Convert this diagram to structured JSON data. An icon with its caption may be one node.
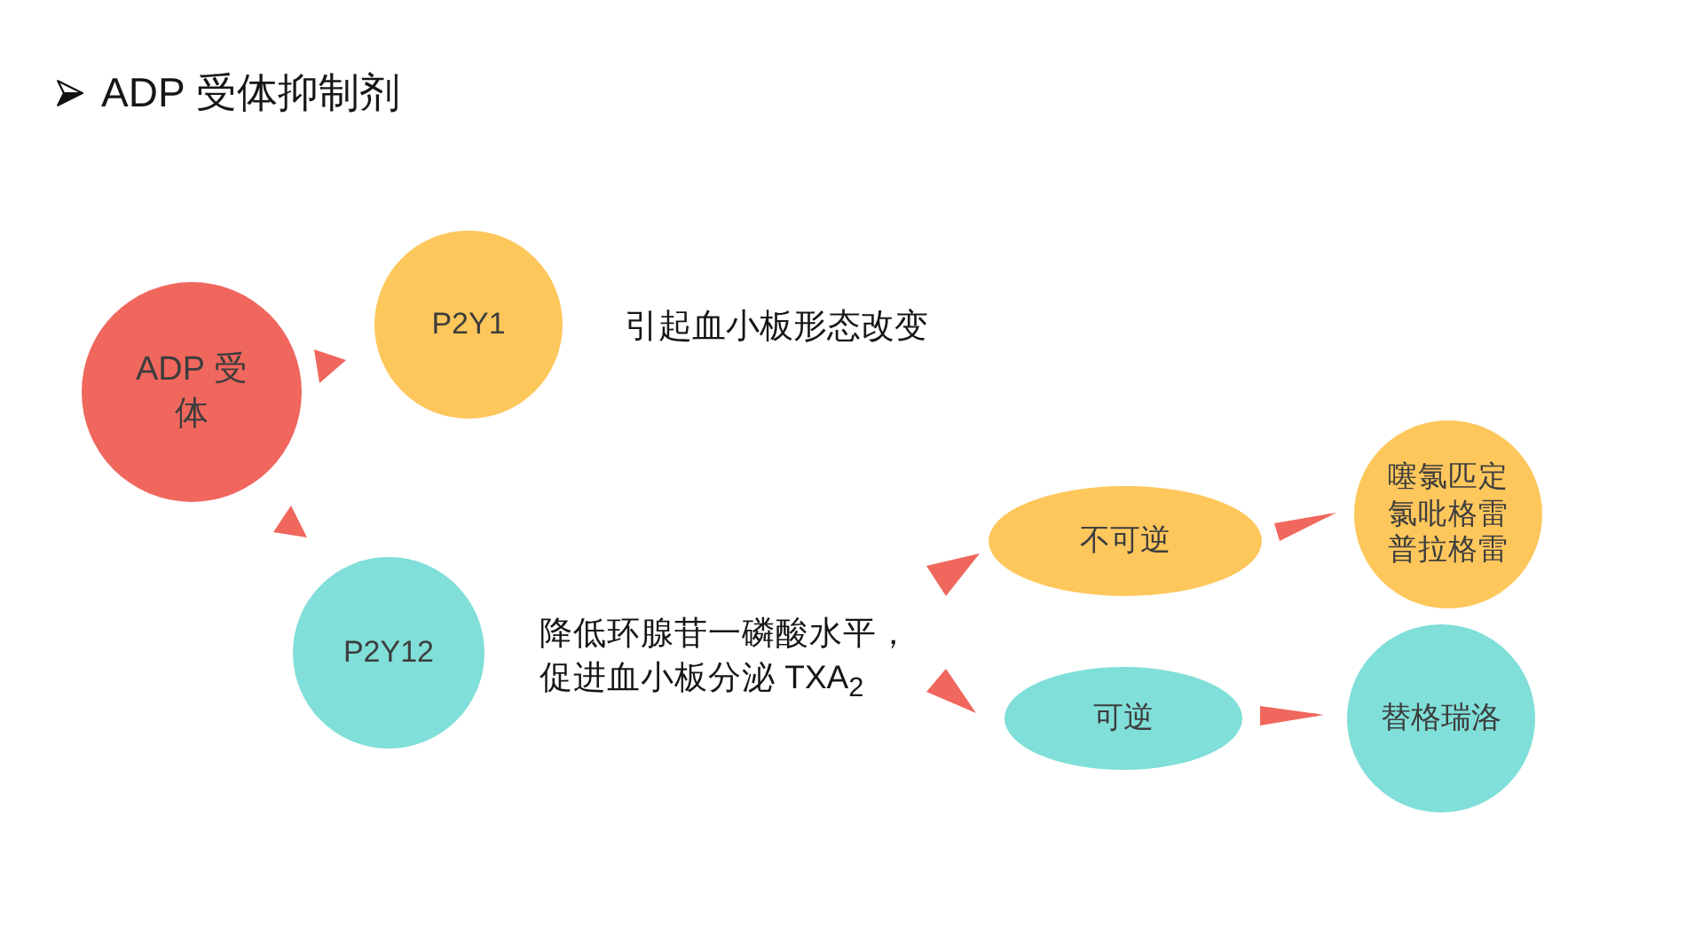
{
  "diagram": {
    "title": "ADP 受体抑制剂",
    "nodes": [
      {
        "text": [
          "ADP 受体"
        ]
      },
      {
        "text": [
          "P2Y1"
        ],
        "beside": [
          "引起血小板形态改变"
        ]
      },
      {
        "text": [
          "P2Y12"
        ]
      },
      {
        "text": [
          "降低环腺苷一磷酸水平，促进血小板分泌 TXA$_{2}$"
        ]
      },
      {
        "text": [
          "不可逆"
        ]
      },
      {
        "text": [
          "噻氯匹定",
          "氯吡格雷",
          "普拉格雷"
        ]
      },
      {
        "text": [
          "可逆"
        ]
      },
      {
        "text": [
          "替格瑞洛"
        ]
      }
    ],
    "edges": [
      {
        "from": 0,
        "to": 1,
        "arrow": "to"
      },
      {
        "from": 0,
        "to": 2,
        "arrow": "to"
      },
      {
        "from": 3,
        "to": 4,
        "arrow": "to"
      },
      {
        "from": 3,
        "to": 6,
        "arrow": "to"
      },
      {
        "from": 4,
        "to": 5,
        "arrow": "to"
      },
      {
        "from": 6,
        "to": 7,
        "arrow": "to"
      }
    ]
  }
}
